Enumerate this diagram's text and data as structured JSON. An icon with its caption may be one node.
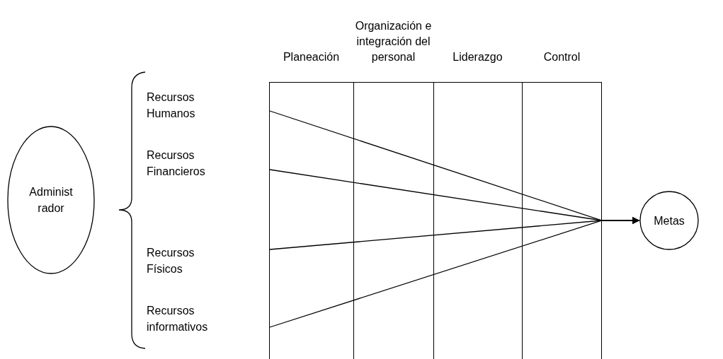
{
  "diagram": {
    "nodes": [
      {
        "text": [
          "Planeación"
        ]
      },
      {
        "text": [
          "Organización e integración del personal"
        ]
      },
      {
        "text": [
          "Liderazgo"
        ]
      },
      {
        "text": [
          "Control"
        ]
      },
      {
        "text": [
          "Administ rador"
        ]
      },
      {
        "text": [
          "Recursos Humanos"
        ]
      },
      {
        "text": [
          "Recursos Financieros"
        ]
      },
      {
        "text": [
          "Recursos Físicos"
        ]
      },
      {
        "text": [
          "Recursos informativos"
        ]
      },
      {
        "text": [
          "Metas"
        ]
      }
    ],
    "edges": [
      {
        "from": 0,
        "to": 9,
        "arrow": "to"
      },
      {
        "from": 0,
        "to": 9,
        "arrow": "to"
      },
      {
        "from": 0,
        "to": 9,
        "arrow": "to"
      },
      {
        "from": 0,
        "to": 9,
        "arrow": "to"
      }
    ]
  }
}
